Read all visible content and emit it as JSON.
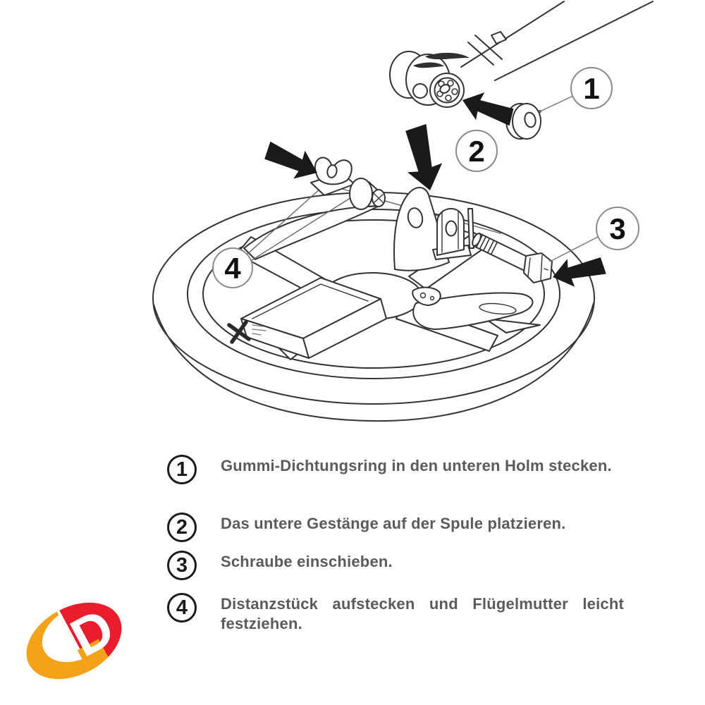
{
  "page": {
    "background": "#ffffff",
    "type": "assembly-instruction-sheet",
    "subject": "metal-detector search coil and lower rod assembly"
  },
  "diagram": {
    "stroke_color": "#333333",
    "arrow_color": "#1a1a1a",
    "callout_ring_color": "#8a8a8a",
    "callouts": [
      {
        "number": "1"
      },
      {
        "number": "2"
      },
      {
        "number": "3"
      },
      {
        "number": "4"
      }
    ],
    "icons": [
      "arrow-insert-washer-icon",
      "arrow-place-rod-icon",
      "arrow-wing-nut-icon",
      "arrow-insert-bolt-icon",
      "coil-brand-x-icon"
    ]
  },
  "instructions": {
    "text_color": "#5a5b5d",
    "steps": [
      {
        "number": "1",
        "text": "Gummi-Dichtungsring in den unteren Holm stecken."
      },
      {
        "number": "2",
        "text": "Das untere Gestänge auf der Spule platzieren."
      },
      {
        "number": "3",
        "text": "Schraube einschieben."
      },
      {
        "number": "4",
        "text": "Distanzstück aufstecken und Flügelmutter leicht festziehen."
      }
    ]
  },
  "logo": {
    "letter": "D",
    "colors": {
      "orange": "#F5A21B",
      "red": "#EB1C2D"
    }
  }
}
